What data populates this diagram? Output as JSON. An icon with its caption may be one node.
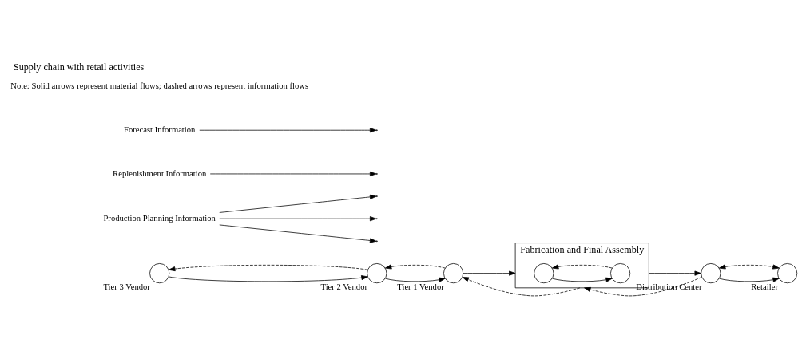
{
  "diagram": {
    "title": "Supply chain with retail activities",
    "nodes": [
      {
        "text": [
          "Tier 3 Vendor"
        ]
      },
      {
        "text": [
          "Tier 2 Vendor"
        ]
      },
      {
        "text": [
          "Tier 1 Vendor"
        ]
      },
      {
        "text": [
          "Fabrication and Final Assembly"
        ]
      },
      {
        "text": [],
        "shape": "circle",
        "in": 3
      },
      {
        "text": [],
        "shape": "circle",
        "in": 3
      },
      {
        "text": [
          "Distribution Center"
        ]
      },
      {
        "text": [
          "Retailer"
        ]
      },
      {
        "text": [
          "Production Planning Information"
        ]
      },
      {
        "text": [
          "Replenishment Information"
        ]
      },
      {
        "text": [
          "Forecast Information"
        ]
      }
    ],
    "edges": [
      {
        "from": 0,
        "to": 1,
        "arrow": "to"
      },
      {
        "from": 1,
        "to": 0,
        "arrow": "to",
        "style": "dashed"
      },
      {
        "from": 1,
        "to": 2,
        "arrow": "to"
      },
      {
        "from": 2,
        "to": 1,
        "arrow": "to",
        "style": "dashed"
      },
      {
        "from": 2,
        "to": 3,
        "arrow": "to"
      },
      {
        "from": 3,
        "to": 2,
        "arrow": "to",
        "style": "dashed"
      },
      {
        "from": 4,
        "to": 5,
        "arrow": "to"
      },
      {
        "from": 5,
        "to": 4,
        "arrow": "to",
        "style": "dashed"
      },
      {
        "from": 3,
        "to": 6,
        "arrow": "to"
      },
      {
        "from": 6,
        "to": 3,
        "arrow": "to",
        "style": "dashed"
      },
      {
        "from": 6,
        "to": 7,
        "arrow": "to"
      },
      {
        "from": 6,
        "to": 7,
        "arrow": "both",
        "style": "dashed"
      },
      {
        "from": 8,
        "to": null,
        "arrow": "to"
      },
      {
        "from": 8,
        "to": null,
        "arrow": "to"
      },
      {
        "from": 8,
        "to": null,
        "arrow": "to"
      },
      {
        "from": 9,
        "to": null,
        "arrow": "to"
      },
      {
        "from": 10,
        "to": null,
        "arrow": "to"
      }
    ],
    "labels": [
      "Note: Solid arrows represent material flows; dashed arrows represent information flows"
    ]
  }
}
